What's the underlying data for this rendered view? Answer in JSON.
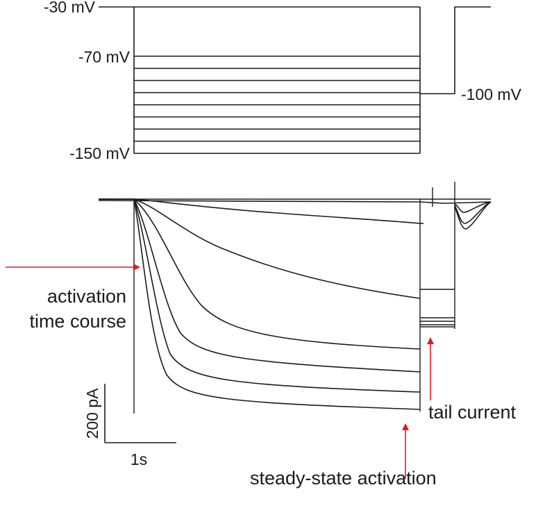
{
  "protocol": {
    "labels": {
      "holding": "-30 mV",
      "step_top": "-70 mV",
      "step_bottom": "-150 mV",
      "tail": "-100 mV"
    },
    "holding_mV": -30,
    "tail_mV": -100,
    "steps_mV": [
      -70,
      -80,
      -90,
      -100,
      -110,
      -120,
      -130,
      -140,
      -150
    ]
  },
  "annotations": {
    "activation_line1": "activation",
    "activation_line2": "time course",
    "tail_current": "tail current",
    "steady_state": "steady-state activation"
  },
  "scale_bar": {
    "current_label": "200 pA",
    "time_label": "1s"
  },
  "colors": {
    "arrow": "#e21b1b",
    "trace": "#1a1a1a"
  }
}
